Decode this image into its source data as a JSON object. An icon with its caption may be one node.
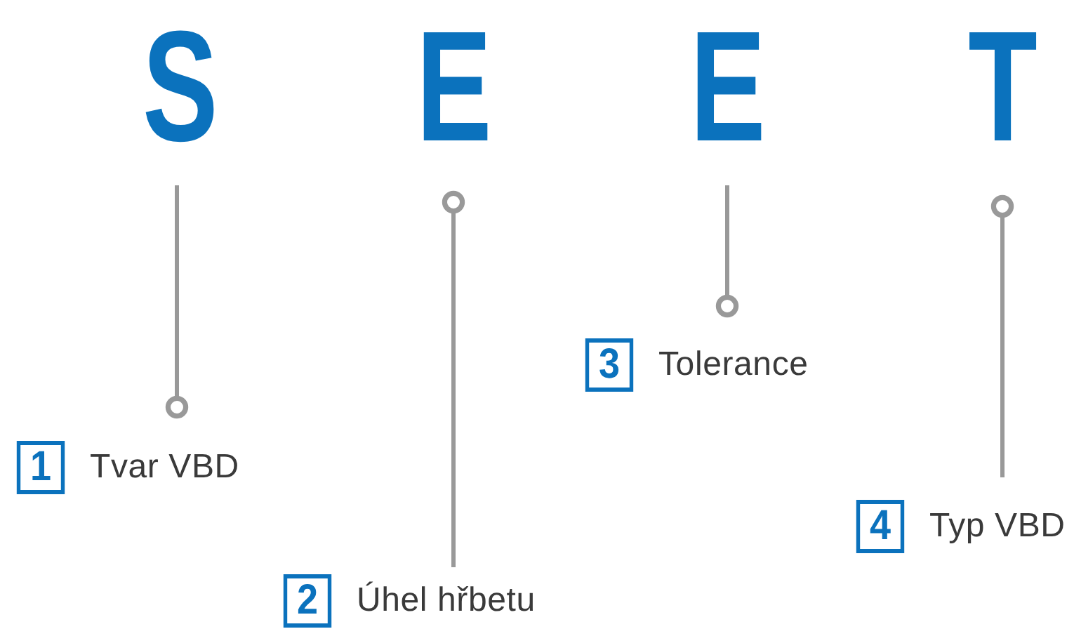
{
  "diagram": {
    "nodes": [
      {
        "text": [
          "S"
        ]
      },
      {
        "text": [
          "E"
        ]
      },
      {
        "text": [
          "E"
        ]
      },
      {
        "text": [
          "T"
        ]
      },
      {
        "text": [
          "1",
          "Tvar VBD"
        ]
      },
      {
        "text": [
          "2",
          "Úhel hřbetu"
        ]
      },
      {
        "text": [
          "3",
          "Tolerance"
        ]
      },
      {
        "text": [
          "4",
          "Typ VBD"
        ]
      }
    ],
    "edges": [
      {
        "from": 0,
        "to": 4,
        "arrow": "other"
      },
      {
        "from": 5,
        "to": 1,
        "arrow": "other"
      },
      {
        "from": 2,
        "to": 6,
        "arrow": "other"
      },
      {
        "from": 7,
        "to": 3,
        "arrow": "other"
      }
    ]
  }
}
